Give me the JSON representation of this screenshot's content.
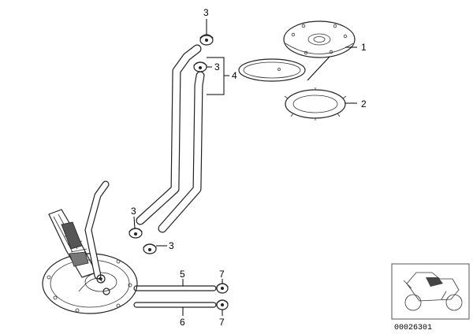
{
  "callouts": {
    "c1": "1",
    "c2": "2",
    "c3_top": "3",
    "c3_clamp": "3",
    "c3_left": "3",
    "c3_lower": "3",
    "c4": "4",
    "c5": "5",
    "c6": "6",
    "c7_upper": "7",
    "c7_lower": "7"
  },
  "inset": {
    "reference_number": "00026301"
  },
  "icons": {
    "inset_thumbnail": "motorcycle-silhouette-icon"
  }
}
